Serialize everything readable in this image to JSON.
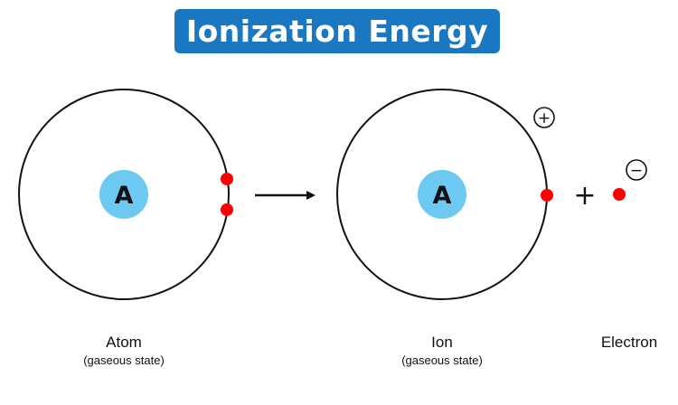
{
  "title": "Ionization Energy",
  "atom": {
    "nucleus_label": "A",
    "caption": "Atom",
    "subcaption": "(gaseous state)"
  },
  "ion": {
    "nucleus_label": "A",
    "caption": "Ion",
    "subcaption": "(gaseous state)",
    "charge_symbol": "+"
  },
  "electron": {
    "caption": "Electron",
    "charge_symbol": "−"
  },
  "plus_sign": "+",
  "colors": {
    "banner": "#1a78c2",
    "nucleus": "#6ccaf2",
    "electron": "#ff0000",
    "line": "#111111"
  }
}
